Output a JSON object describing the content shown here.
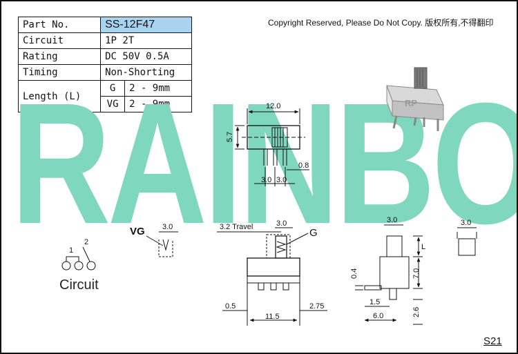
{
  "spec": {
    "part_no_label": "Part No.",
    "part_no_value": "SS-12F47",
    "circuit_label": "Circuit",
    "circuit_value": "1P 2T",
    "rating_label": "Rating",
    "rating_value": "DC 50V 0.5A",
    "timing_label": "Timing",
    "timing_value": "Non-Shorting",
    "length_label": "Length (L)",
    "g_label": "G",
    "g_value": "2 - 9mm",
    "vg_label": "VG",
    "vg_value": "2 - 9mm"
  },
  "copyright": "Copyright Reserved, Please Do Not Copy. 版权所有,不得翻印",
  "watermark": "RAINBOW",
  "brand_mark": "RP",
  "dims": {
    "top_width": "12.0",
    "top_height": "5.7",
    "pitch_a": "3.0",
    "pitch_b": "3.0",
    "pin": "0.8",
    "vg_w": "3.0",
    "vg_label": "VG",
    "travel": "3.2 Travel",
    "knob_w": "3.0",
    "g_label": "G",
    "left_off": "0.5",
    "right_off": "2.75",
    "front_w": "11.5",
    "side_top": "3.0",
    "side_l": "L",
    "side_h": "7.0",
    "side_t": "0.4",
    "side_a": "1.5",
    "side_b": "6.0",
    "side_c": "2.6",
    "small_w": "3.0"
  },
  "circuit": {
    "title": "Circuit",
    "pin1": "1",
    "pin2": "2"
  },
  "page_no": "S21"
}
